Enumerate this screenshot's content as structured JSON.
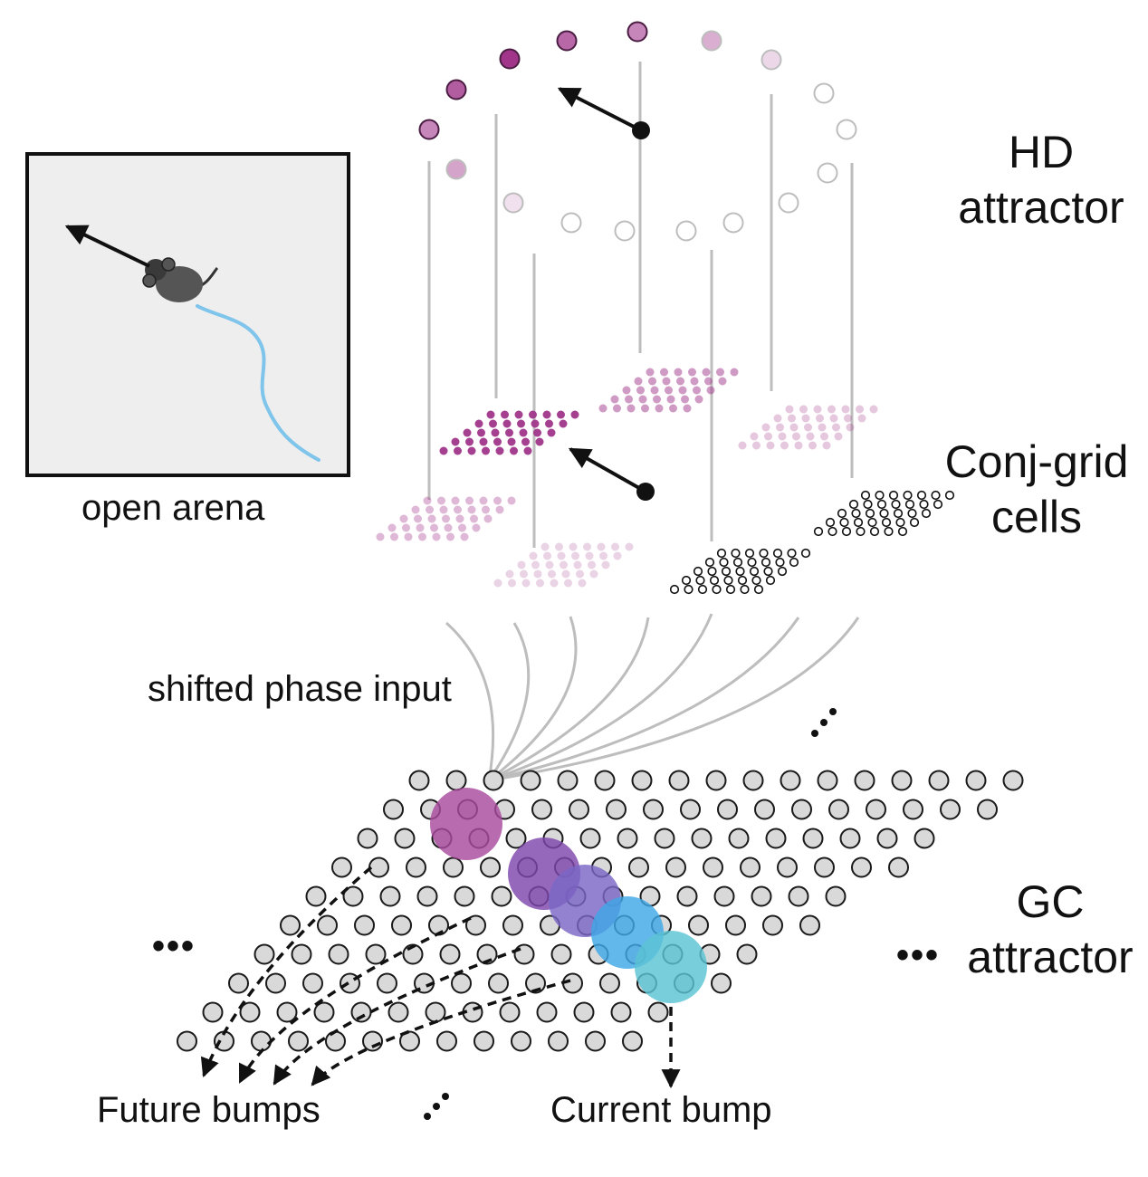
{
  "labels": {
    "open_arena": "open arena",
    "hd_attractor_line1": "HD",
    "hd_attractor_line2": "attractor",
    "conj_grid_line1": "Conj-grid",
    "conj_grid_line2": "cells",
    "gc_attractor_line1": "GC",
    "gc_attractor_line2": "attractor",
    "shifted_phase_input": "shifted phase input",
    "future_bumps": "Future bumps",
    "current_bump": "Current bump",
    "ellipsis": "•••"
  },
  "colors": {
    "active_purple": "#a0358a",
    "grid_node_fill": "#d9d9d9",
    "projection_line": "#bdbdbd",
    "trajectory": "#7fc4ea",
    "bump_magenta": "#a84a9d",
    "bump_violet": "#7e47ad",
    "bump_indigo": "#7a66c6",
    "bump_blue": "#3fa7e6",
    "bump_cyan": "#5bc3d4"
  }
}
